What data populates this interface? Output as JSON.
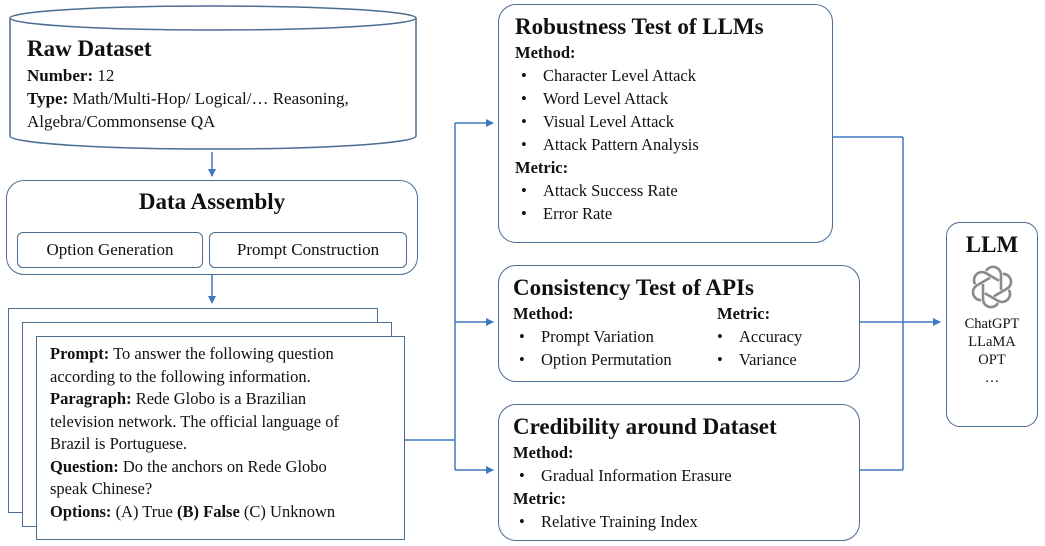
{
  "raw_dataset": {
    "title": "Raw Dataset",
    "number_label": "Number:",
    "number_value": " 12",
    "type_label": "Type:",
    "type_line1": " Math/Multi-Hop/ Logical/… Reasoning,",
    "type_line2": "Algebra/Commonsense QA"
  },
  "data_assembly": {
    "title": "Data Assembly",
    "option_generation": "Option Generation",
    "prompt_construction": "Prompt Construction"
  },
  "example": {
    "prompt_label": "Prompt:",
    "prompt_line1": " To answer the following question",
    "prompt_line2": "according to the following information.",
    "paragraph_label": "Paragraph:",
    "paragraph_line1": " Rede Globo is a Brazilian",
    "paragraph_line2": "television network. The official language of",
    "paragraph_line3": "Brazil is Portuguese.",
    "question_label": "Question:",
    "question_line1": " Do the anchors on Rede Globo",
    "question_line2": "speak Chinese?",
    "options_label": "Options:",
    "option_a": " (A) True ",
    "option_b": "(B) False",
    "option_c": " (C) Unknown"
  },
  "robustness": {
    "title": "Robustness Test of LLMs",
    "method_label": "Method:",
    "methods": [
      "Character Level Attack",
      "Word Level Attack",
      "Visual Level Attack",
      "Attack Pattern Analysis"
    ],
    "metric_label": "Metric:",
    "metrics": [
      "Attack Success Rate",
      "Error Rate"
    ]
  },
  "consistency": {
    "title": "Consistency Test of APIs",
    "method_label": "Method:",
    "methods": [
      "Prompt Variation",
      "Option Permutation"
    ],
    "metric_label": "Metric:",
    "metrics": [
      "Accuracy",
      "Variance"
    ]
  },
  "credibility": {
    "title": "Credibility around Dataset",
    "method_label": "Method:",
    "methods": [
      "Gradual Information Erasure"
    ],
    "metric_label": "Metric:",
    "metrics": [
      "Relative Training Index"
    ]
  },
  "llm": {
    "title": "LLM",
    "icon": "openai-logo-icon",
    "models": [
      "ChatGPT",
      "LLaMA",
      "OPT",
      "…"
    ]
  },
  "colors": {
    "border": "#4a6d92",
    "arrow": "#3f78c0"
  }
}
